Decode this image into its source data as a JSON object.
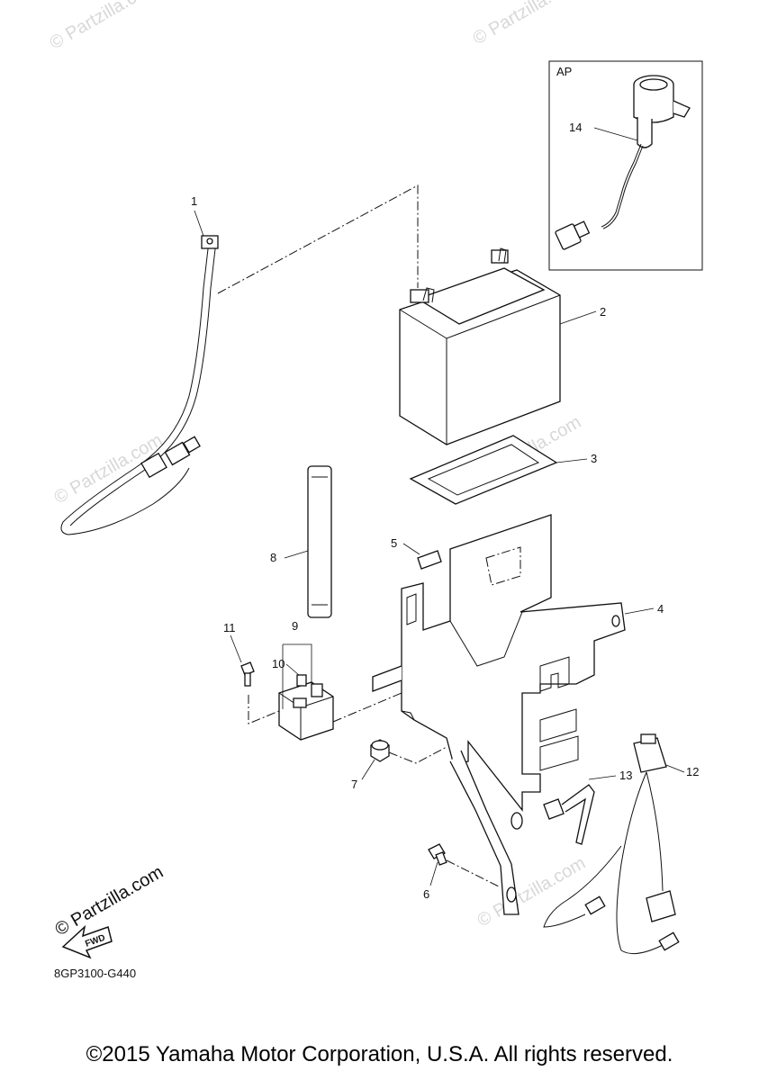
{
  "diagram": {
    "inset_label": "AP",
    "diagram_code": "8GP3100-G440",
    "fwd_label": "FWD",
    "watermark_main": "© Partzilla.com",
    "watermark_faint": "© Partzilla.com",
    "callouts": [
      "1",
      "2",
      "3",
      "4",
      "5",
      "6",
      "7",
      "8",
      "9",
      "10",
      "11",
      "12",
      "13",
      "14"
    ]
  },
  "footer": {
    "copyright": "©2015 Yamaha Motor Corporation, U.S.A. All rights reserved."
  }
}
